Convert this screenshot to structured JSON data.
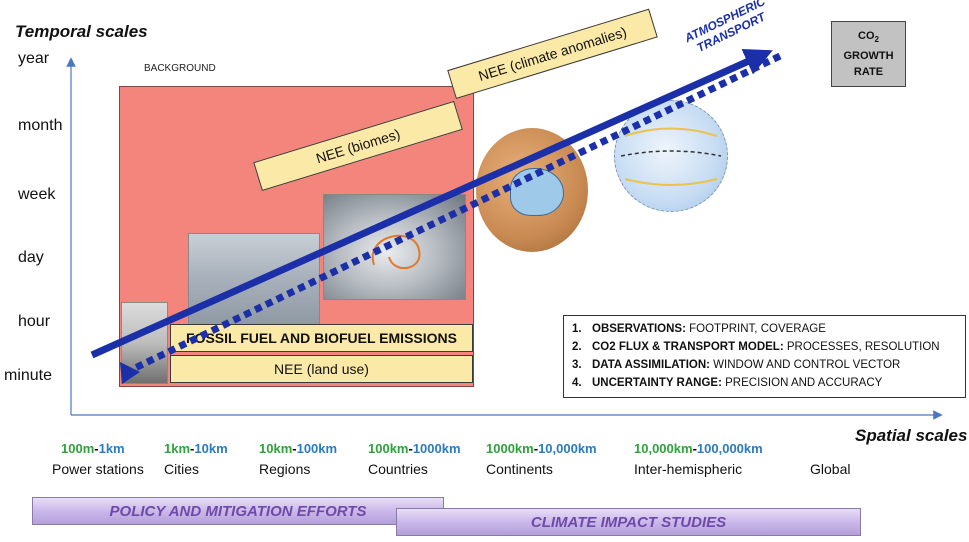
{
  "axes": {
    "y_title": "Temporal scales",
    "x_title": "Spatial scales",
    "time_labels": [
      "year",
      "month",
      "week",
      "day",
      "hour",
      "minute"
    ]
  },
  "background_label": "BACKGROUND",
  "boxes": {
    "nee_climate": "NEE (climate anomalies)",
    "nee_biomes": "NEE (biomes)",
    "fossil": "FOSSIL FUEL AND BIOFUEL EMISSIONS",
    "nee_land": "NEE (land use)"
  },
  "arrow_label": {
    "line1": "ATMOSPHERIC",
    "line2": "TRANSPORT"
  },
  "co2": {
    "line1": "CO",
    "sub": "2",
    "line2": "GROWTH",
    "line3": "RATE"
  },
  "legend": [
    {
      "num": "1.",
      "bold": "OBSERVATIONS:",
      "rest": " FOOTPRINT, COVERAGE"
    },
    {
      "num": "2.",
      "bold": "CO2 FLUX & TRANSPORT MODEL:",
      "rest": " PROCESSES, RESOLUTION"
    },
    {
      "num": "3.",
      "bold": "DATA ASSIMILATION:",
      "rest": " WINDOW AND CONTROL VECTOR"
    },
    {
      "num": "4.",
      "bold": "UNCERTAINTY RANGE:",
      "rest": " PRECISION AND ACCURACY"
    }
  ],
  "scales": [
    {
      "a": "100m",
      "b": "1km",
      "region": "Power stations"
    },
    {
      "a": "1km",
      "b": "10km",
      "region": "Cities"
    },
    {
      "a": "10km",
      "b": "100km",
      "region": "Regions"
    },
    {
      "a": "100km",
      "b": "1000km",
      "region": "Countries"
    },
    {
      "a": "1000km",
      "b": "10,000km",
      "region": "Continents"
    },
    {
      "a": "10,000km",
      "b": "100,000km",
      "region": "Inter-hemispheric"
    },
    {
      "a": "",
      "b": "",
      "region": "Global"
    }
  ],
  "bands": {
    "policy": "POLICY AND MITIGATION EFFORTS",
    "climate": "CLIMATE IMPACT STUDIES"
  },
  "colors": {
    "background_box": "#f4857c",
    "yellow_box": "#fbe9a8",
    "arrow": "#1b2fa8",
    "range_start": "#2fa23c",
    "range_end": "#2a7bbf",
    "band_text": "#6e4aa8"
  }
}
